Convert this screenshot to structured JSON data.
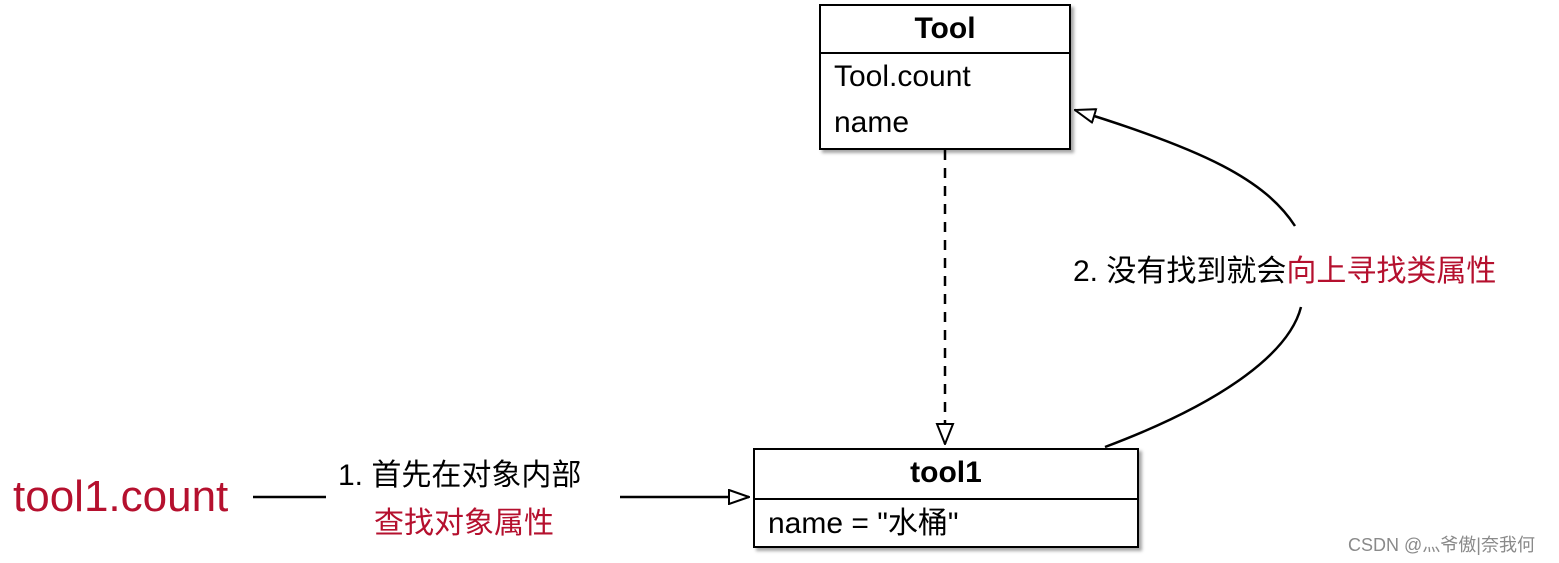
{
  "class_box": {
    "title": "Tool",
    "attributes": [
      "Tool.count",
      "name"
    ]
  },
  "instance_box": {
    "title": "tool1",
    "attributes": [
      "name = \"水桶\""
    ]
  },
  "expression": "tool1.count",
  "step1": {
    "line1": "1. 首先在对象内部",
    "line2": "查找对象属性"
  },
  "step2": {
    "prefix": "2. 没有找到就会",
    "highlight": "向上寻找类属性"
  },
  "watermark": "CSDN @灬爷傲|奈我何",
  "colors": {
    "highlight": "#b5102e",
    "line": "#000000"
  }
}
